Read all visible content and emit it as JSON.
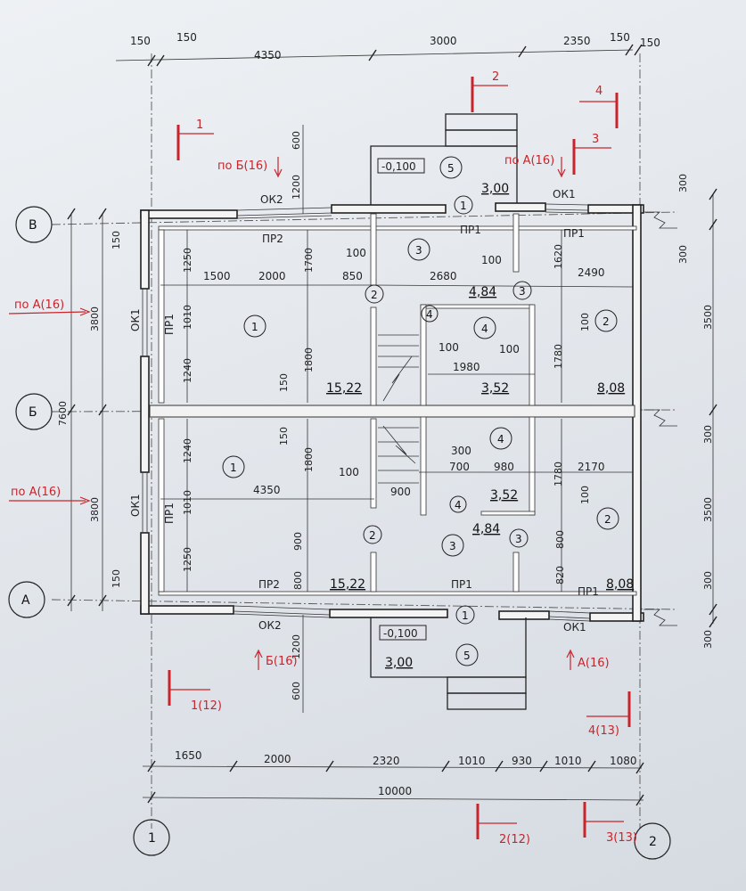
{
  "dims": {
    "top_150a": "150",
    "top_150b": "150",
    "top_4350": "4350",
    "top_3000": "3000",
    "top_2350": "2350",
    "top_150c": "150",
    "top_150d": "150",
    "bot_1650": "1650",
    "bot_2000": "2000",
    "bot_2320": "2320",
    "bot_1010a": "1010",
    "bot_930": "930",
    "bot_1010b": "1010",
    "bot_1080": "1080",
    "bot_10000": "10000",
    "left_7600": "7600",
    "left_3800a": "3800",
    "left_3800b": "3800",
    "left_150a": "150",
    "left_150b": "150",
    "right_300a": "300",
    "right_300b": "300",
    "right_3500a": "3500",
    "right_300c": "300",
    "right_3500b": "3500",
    "right_300d": "300",
    "right_300e": "300",
    "in_1250a": "1250",
    "in_1010a": "1010",
    "in_1240a": "1240",
    "in_1240b": "1240",
    "in_1010b": "1010",
    "in_1250b": "1250",
    "in_1500": "1500",
    "in_2000": "2000",
    "in_850": "850",
    "in_2680": "2680",
    "in_2490": "2490",
    "in_100a": "100",
    "in_100b": "100",
    "in_1700": "1700",
    "in_1620": "1620",
    "in_1800a": "1800",
    "in_1800b": "1800",
    "in_150a": "150",
    "in_150b": "150",
    "in_100c": "100",
    "in_100d": "100",
    "in_1980": "1980",
    "in_1780a": "1780",
    "in_100e": "100",
    "in_300": "300",
    "in_700": "700",
    "in_980": "980",
    "in_2170": "2170",
    "in_1780b": "1780",
    "in_100f": "100",
    "in_100g": "100",
    "in_4350": "4350",
    "in_900a": "900",
    "in_900b": "900",
    "in_800a": "800",
    "in_800b": "800",
    "in_820": "820",
    "in_600a": "600",
    "in_1200a": "1200",
    "in_1200b": "1200",
    "in_600b": "600"
  },
  "axes": {
    "v1": "1",
    "v2": "2",
    "hV": "В",
    "hB": "Б",
    "hA": "А"
  },
  "labels": {
    "ok2_top": "ОК2",
    "ok1_top": "ОК1",
    "pr2_top": "ПР2",
    "pr1_top_a": "ПР1",
    "pr1_top_b": "ПР1",
    "ok1_left_a": "ОК1",
    "pr1_left_a": "ПР1",
    "ok1_left_b": "ОК1",
    "pr1_left_b": "ПР1",
    "pr2_bot": "ПР2",
    "pr1_bot_a": "ПР1",
    "pr1_bot_b": "ПР1",
    "ok2_bot": "ОК2",
    "ok1_bot": "ОК1",
    "level_top": "-0,100",
    "level_bot": "-0,100"
  },
  "areas": {
    "porch_top": "3,00",
    "r1_top": "15,22",
    "hall_top": "4,84",
    "wc_top": "3,52",
    "r2_top": "8,08",
    "wc_bot": "3,52",
    "hall_bot": "4,84",
    "r1_bot": "15,22",
    "r2_bot": "8,08",
    "porch_bot": "3,00"
  },
  "markers": {
    "m5_top": "5",
    "m1_top": "1",
    "m3_top": "3",
    "m2_top": "2",
    "m3b_top": "3",
    "m1_room_top": "1",
    "m4a_top": "4",
    "m4b_top": "4",
    "m2_room_top": "2",
    "m4a_bot": "4",
    "m1_room_bot": "1",
    "m4b_bot": "4",
    "m2_room_bot": "2",
    "m2_bot": "2",
    "m3_bot": "3",
    "m3b_bot": "3",
    "m1_bot": "1",
    "m5_bot": "5"
  },
  "notes": {
    "sec1_top": "1",
    "sec2_top": "2",
    "sec3_top": "3",
    "sec4_top": "4",
    "poB_top": "по Б(16)",
    "poA_top": "по А(16)",
    "poA_left_a": "по А(16)",
    "poA_left_b": "по А(16)",
    "B16_bot": "Б(16)",
    "A16_bot": "А(16)",
    "sec1_bot": "1(12)",
    "sec4_bot": "4(13)",
    "sec2_bot": "2(12)",
    "sec3_bot": "3(13)"
  }
}
